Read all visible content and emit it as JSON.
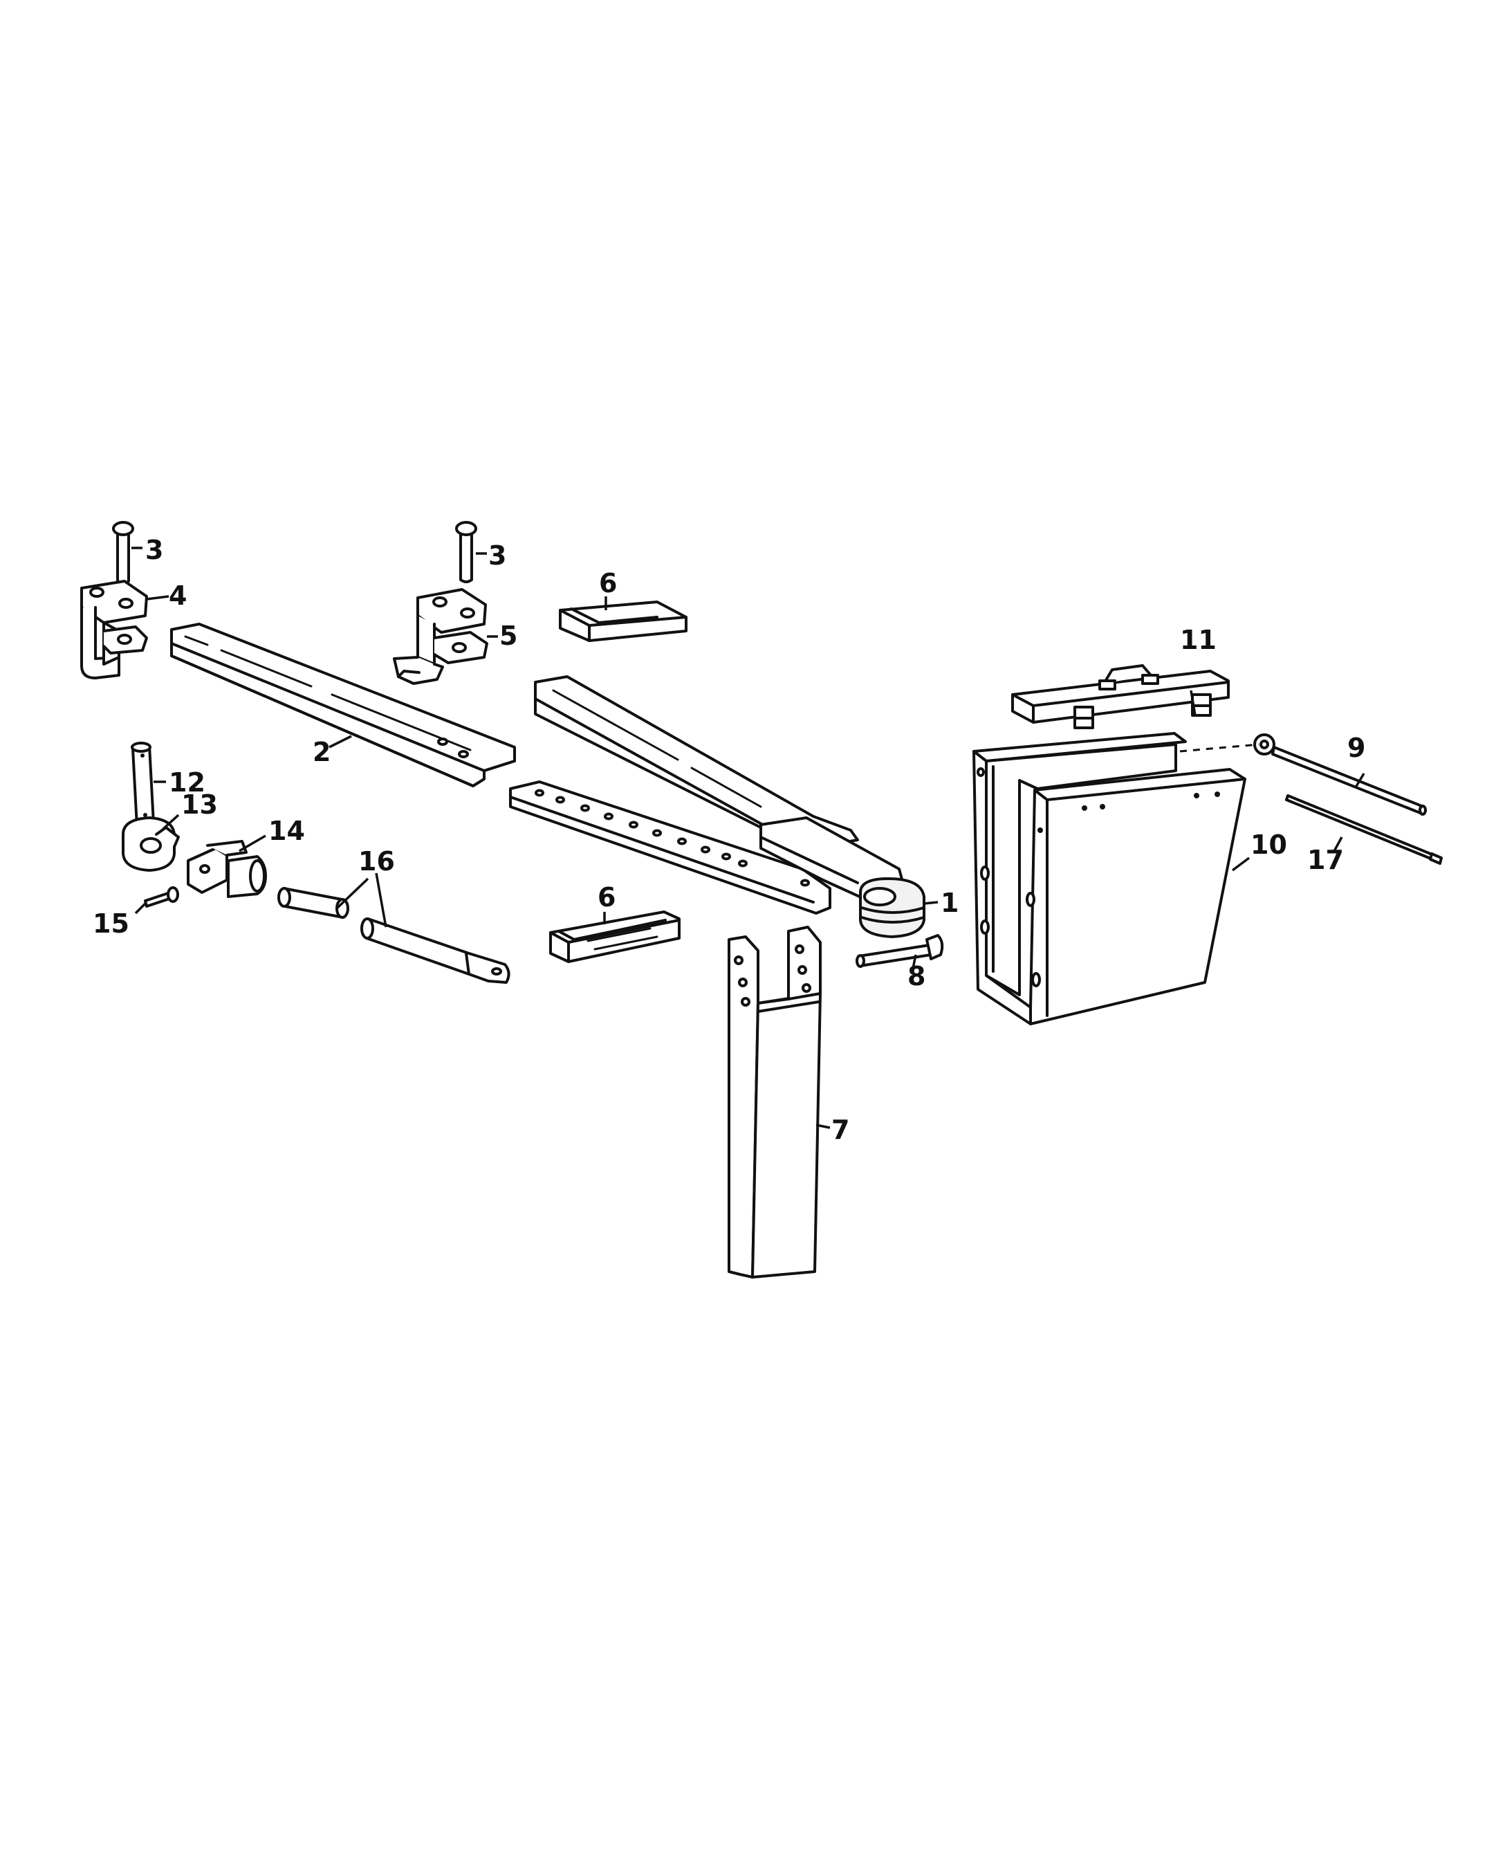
{
  "callouts": [
    "1",
    "2",
    "3",
    "4",
    "5",
    "6",
    "7",
    "8",
    "9",
    "10",
    "11",
    "12",
    "13",
    "14",
    "15",
    "16",
    "17"
  ],
  "colors": {
    "line": "#111111",
    "background": "#ffffff"
  }
}
